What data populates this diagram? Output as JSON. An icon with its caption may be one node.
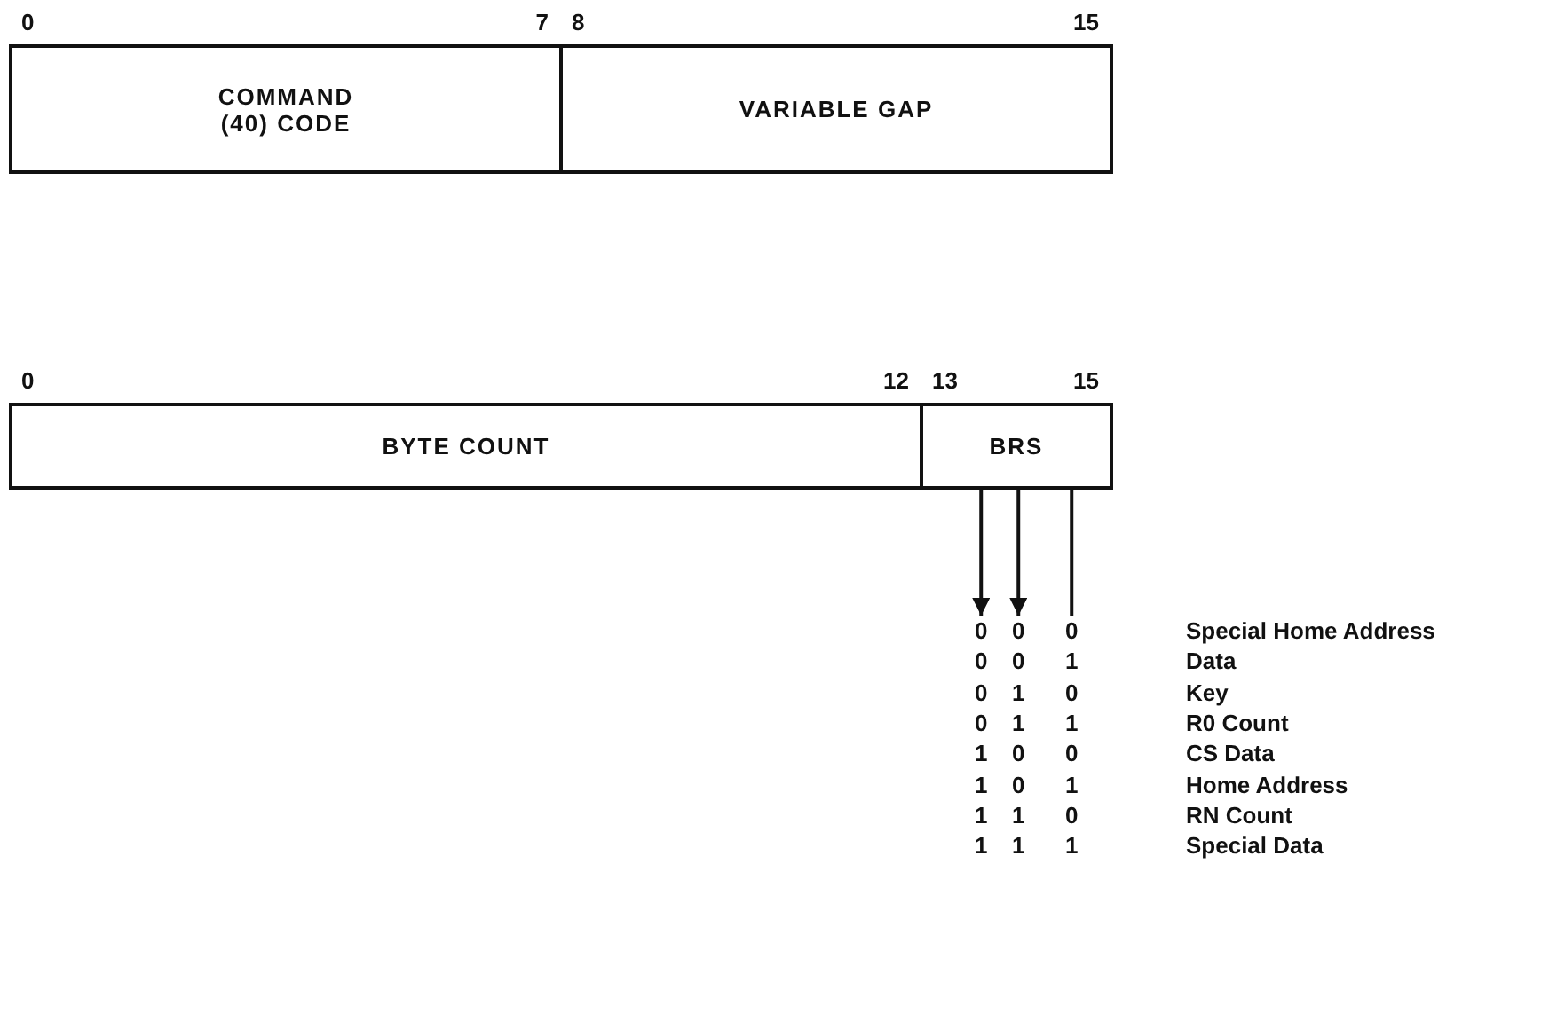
{
  "diagram": {
    "nodes": [
      {
        "text": [
          "COMMAND (40) CODE"
        ],
        "beside": [
          "0",
          "7"
        ]
      },
      {
        "text": [
          "VARIABLE GAP"
        ],
        "beside": [
          "8",
          "15"
        ]
      },
      {
        "text": [
          "BYTE COUNT"
        ],
        "beside": [
          "0",
          "12"
        ]
      },
      {
        "text": [
          "BRS"
        ],
        "beside": [
          "13",
          "15"
        ]
      },
      {
        "text": [
          "0"
        ]
      },
      {
        "text": [
          "0"
        ]
      },
      {
        "text": [
          "0"
        ]
      }
    ],
    "edges": [
      {
        "from": 3,
        "to": 4,
        "arrow": "to"
      },
      {
        "from": 3,
        "to": 5,
        "arrow": "to"
      },
      {
        "from": 3,
        "to": 6,
        "arrow": "none"
      }
    ],
    "labels": [
      "Special Home Address",
      "0",
      "0",
      "1",
      "Data",
      "0",
      "1",
      "0",
      "Key",
      "0",
      "1",
      "1",
      "R0 Count",
      "1",
      "0",
      "0",
      "CS Data",
      "1",
      "0",
      "1",
      "Home Address",
      "1",
      "1",
      "0",
      "RN Count",
      "1",
      "1",
      "1",
      "Special Data"
    ]
  }
}
